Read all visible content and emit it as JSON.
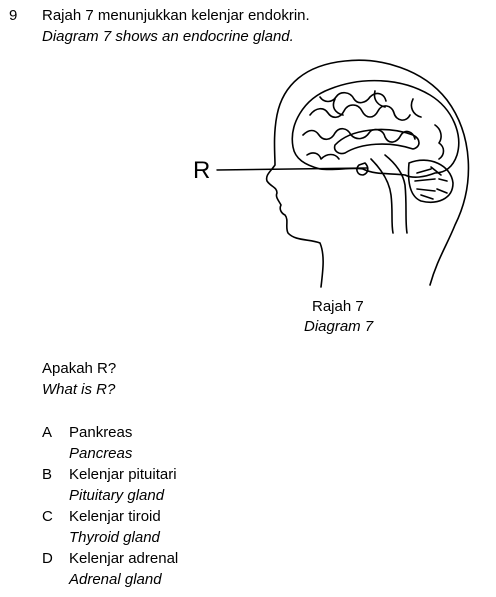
{
  "question": {
    "number": "9",
    "stem_ms": "Rajah 7 menunjukkan kelenjar endokrin.",
    "stem_en": "Diagram 7 shows an endocrine gland."
  },
  "diagram": {
    "label": "R",
    "caption_ms": "Rajah 7",
    "caption_en": "Diagram 7"
  },
  "ask": {
    "ms": "Apakah R?",
    "en": "What is R?"
  },
  "options": [
    {
      "letter": "A",
      "ms": "Pankreas",
      "en": "Pancreas"
    },
    {
      "letter": "B",
      "ms": "Kelenjar pituitari",
      "en": "Pituitary gland"
    },
    {
      "letter": "C",
      "ms": "Kelenjar tiroid",
      "en": "Thyroid gland"
    },
    {
      "letter": "D",
      "ms": "Kelenjar adrenal",
      "en": "Adrenal gland"
    }
  ]
}
